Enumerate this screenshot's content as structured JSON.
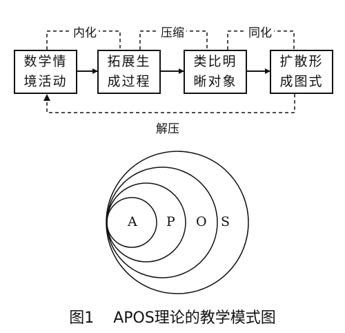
{
  "flow": {
    "stages": [
      {
        "line1": "数学情",
        "line2": "境活动"
      },
      {
        "line1": "拓展生",
        "line2": "成过程"
      },
      {
        "line1": "类比明",
        "line2": "晰对象"
      },
      {
        "line1": "扩散形",
        "line2": "成图式"
      }
    ],
    "labels": {
      "interiorize": "内化",
      "compress": "压缩",
      "assimilate": "同化",
      "decompress": "解压"
    }
  },
  "apos": {
    "letters": [
      "A",
      "P",
      "O",
      "S"
    ]
  },
  "caption": {
    "figure_number": "图1",
    "title": "APOS理论的教学模式图"
  }
}
